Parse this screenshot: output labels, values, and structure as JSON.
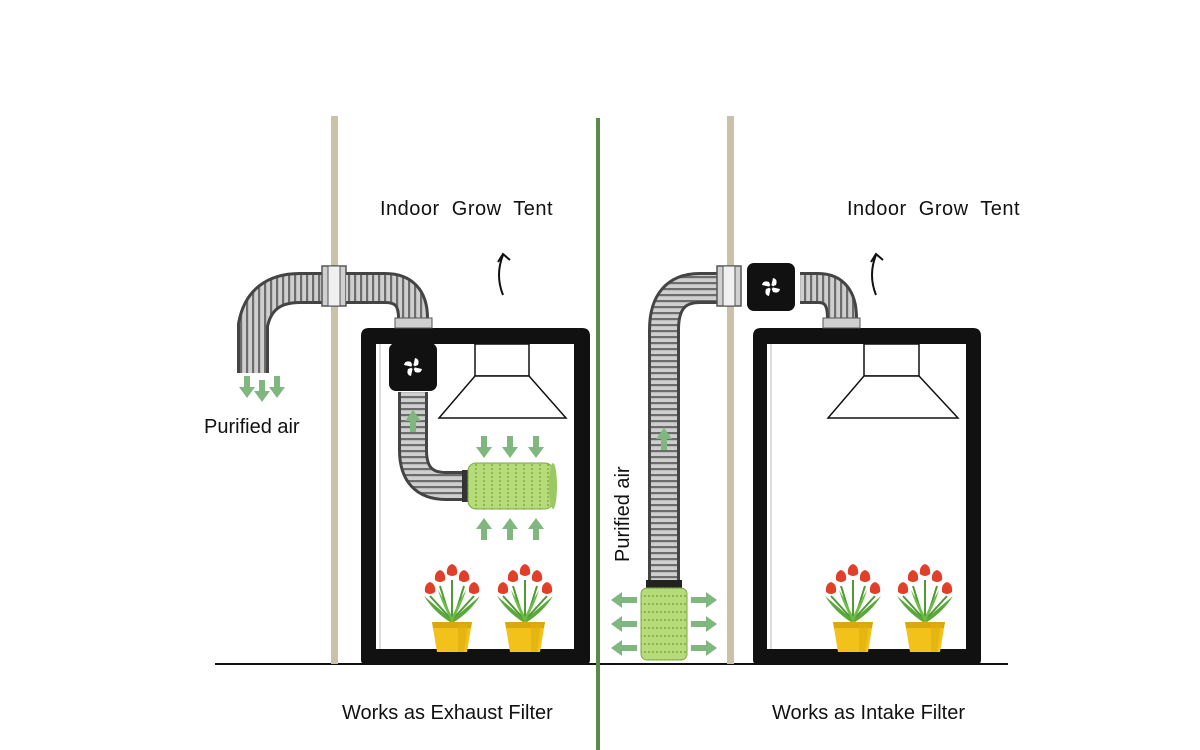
{
  "left_panel": {
    "title": "Indoor  Grow  Tent",
    "purified_label": "Purified air",
    "caption": "Works as Exhaust Filter"
  },
  "right_panel": {
    "title": "Indoor  Grow  Tent",
    "purified_label": "Purified air",
    "caption": "Works as Intake Filter"
  },
  "colors": {
    "tent_frame": "#111111",
    "wall": "#c9c2a8",
    "divider": "#5a8a4a",
    "arrow": "#7fb77e",
    "filter": "#a8d46a",
    "flower": "#e0402a",
    "pot": "#f2c21a",
    "leaf": "#5aa83c",
    "duct": "#9a9a9a"
  }
}
